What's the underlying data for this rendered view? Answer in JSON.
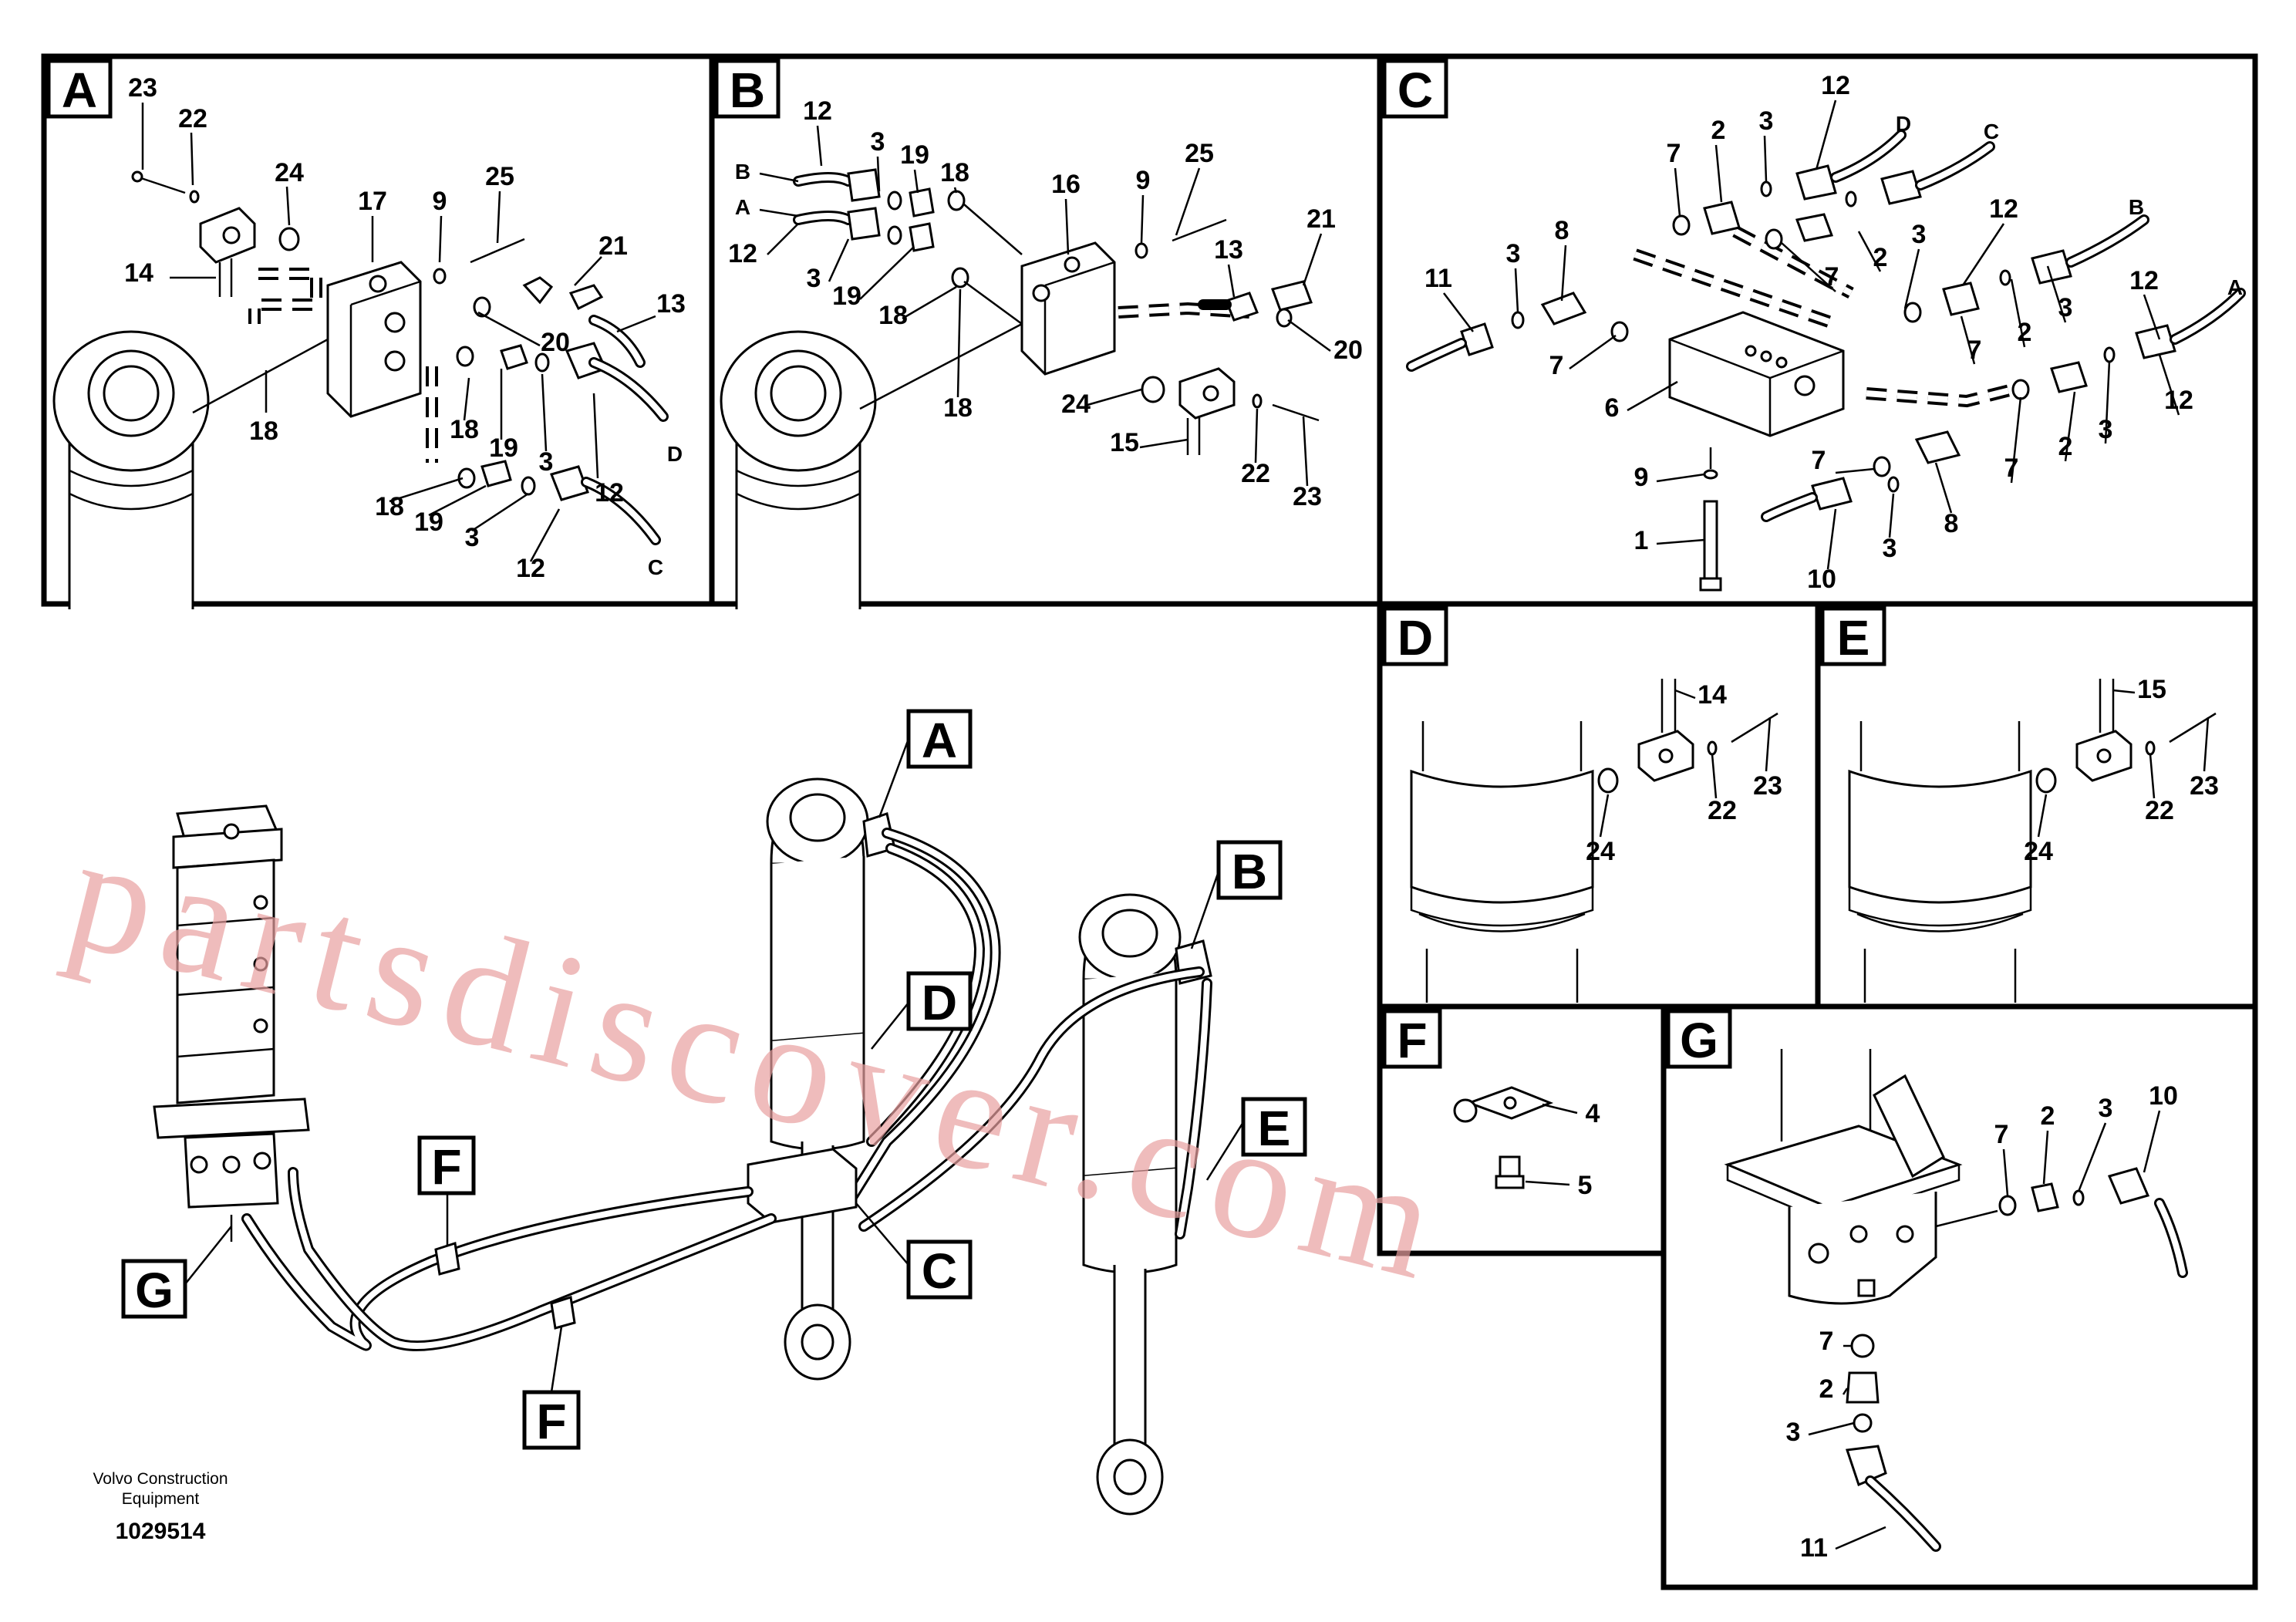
{
  "panels": {
    "A": {
      "tag": "A",
      "callouts": [
        "23",
        "22",
        "24",
        "17",
        "9",
        "25",
        "21",
        "13",
        "14",
        "20",
        "18",
        "18",
        "19",
        "3",
        "12",
        "D",
        "18",
        "19",
        "3",
        "12",
        "C"
      ]
    },
    "B": {
      "tag": "B",
      "callouts": [
        "12",
        "B",
        "A",
        "12",
        "3",
        "19",
        "18",
        "3",
        "19",
        "18",
        "16",
        "9",
        "25",
        "13",
        "21",
        "20",
        "18",
        "24",
        "15",
        "22",
        "23"
      ]
    },
    "C": {
      "tag": "C",
      "callouts": [
        "12",
        "D",
        "3",
        "2",
        "7",
        "C",
        "12",
        "3",
        "2",
        "7",
        "8",
        "11",
        "3",
        "7",
        "6",
        "B",
        "12",
        "3",
        "2",
        "7",
        "A",
        "12",
        "3",
        "2",
        "7",
        "9",
        "1",
        "7",
        "8",
        "3",
        "10"
      ]
    },
    "D": {
      "tag": "D",
      "callouts": [
        "14",
        "23",
        "22",
        "24"
      ]
    },
    "E": {
      "tag": "E",
      "callouts": [
        "15",
        "23",
        "22",
        "24"
      ]
    },
    "F": {
      "tag": "F",
      "callouts": [
        "4",
        "5"
      ]
    },
    "G": {
      "tag": "G",
      "callouts": [
        "10",
        "7",
        "2",
        "3",
        "7",
        "2",
        "3",
        "11"
      ]
    }
  },
  "overview": {
    "tags": [
      "A",
      "B",
      "C",
      "D",
      "E",
      "F",
      "F",
      "G"
    ]
  },
  "watermark": "partsdiscover.com",
  "footer": {
    "brand_line1": "Volvo Construction",
    "brand_line2": "Equipment",
    "doc_id": "1029514"
  }
}
